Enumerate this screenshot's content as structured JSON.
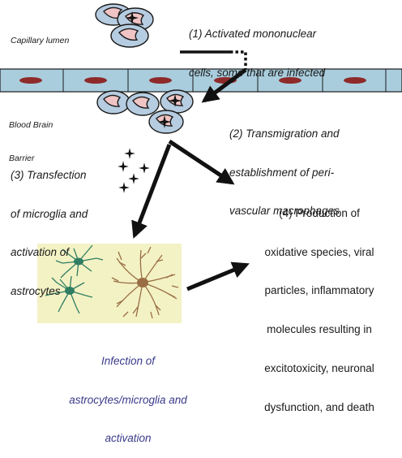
{
  "steps": {
    "s1": {
      "line1": "(1) Activated mononuclear",
      "line2": "cells, some that are infected"
    },
    "s2": {
      "line1": "(2) Transmigration and",
      "line2": "establishment of peri-",
      "line3": "vascular macrophages"
    },
    "s3": {
      "line1": "(3) Transfection",
      "line2": "of microglia and",
      "line3": "activation of",
      "line4": "astrocytes"
    },
    "s4": {
      "line1": "(4) Production of",
      "line2": "oxidative species, viral",
      "line3": "particles, inflammatory",
      "line4": "molecules resulting in",
      "line5": "excitotoxicity, neuronal",
      "line6": "dysfunction, and death"
    }
  },
  "labels": {
    "capillary_lumen": "Capillary lumen",
    "bbb_line1": "Blood Brain",
    "bbb_line2": "Barrier"
  },
  "caption": {
    "line1": "Infection of",
    "line2": "astrocytes/microglia and",
    "line3": "activation"
  },
  "colors": {
    "cell_fill": "#b6cce0",
    "cell_nucleus": "#f0c4c4",
    "endothelium_fill": "#a9cddd",
    "endothelium_nucleus": "#8e2a2a",
    "caption_blue": "#3a3a8a",
    "panel_bg": "#f3f2c4",
    "microglia": "#2f7d62",
    "astrocyte": "#9a6e45"
  },
  "icons": [
    "infected-cell-marker-icon",
    "viral-particle-icon",
    "arrow-icon"
  ]
}
